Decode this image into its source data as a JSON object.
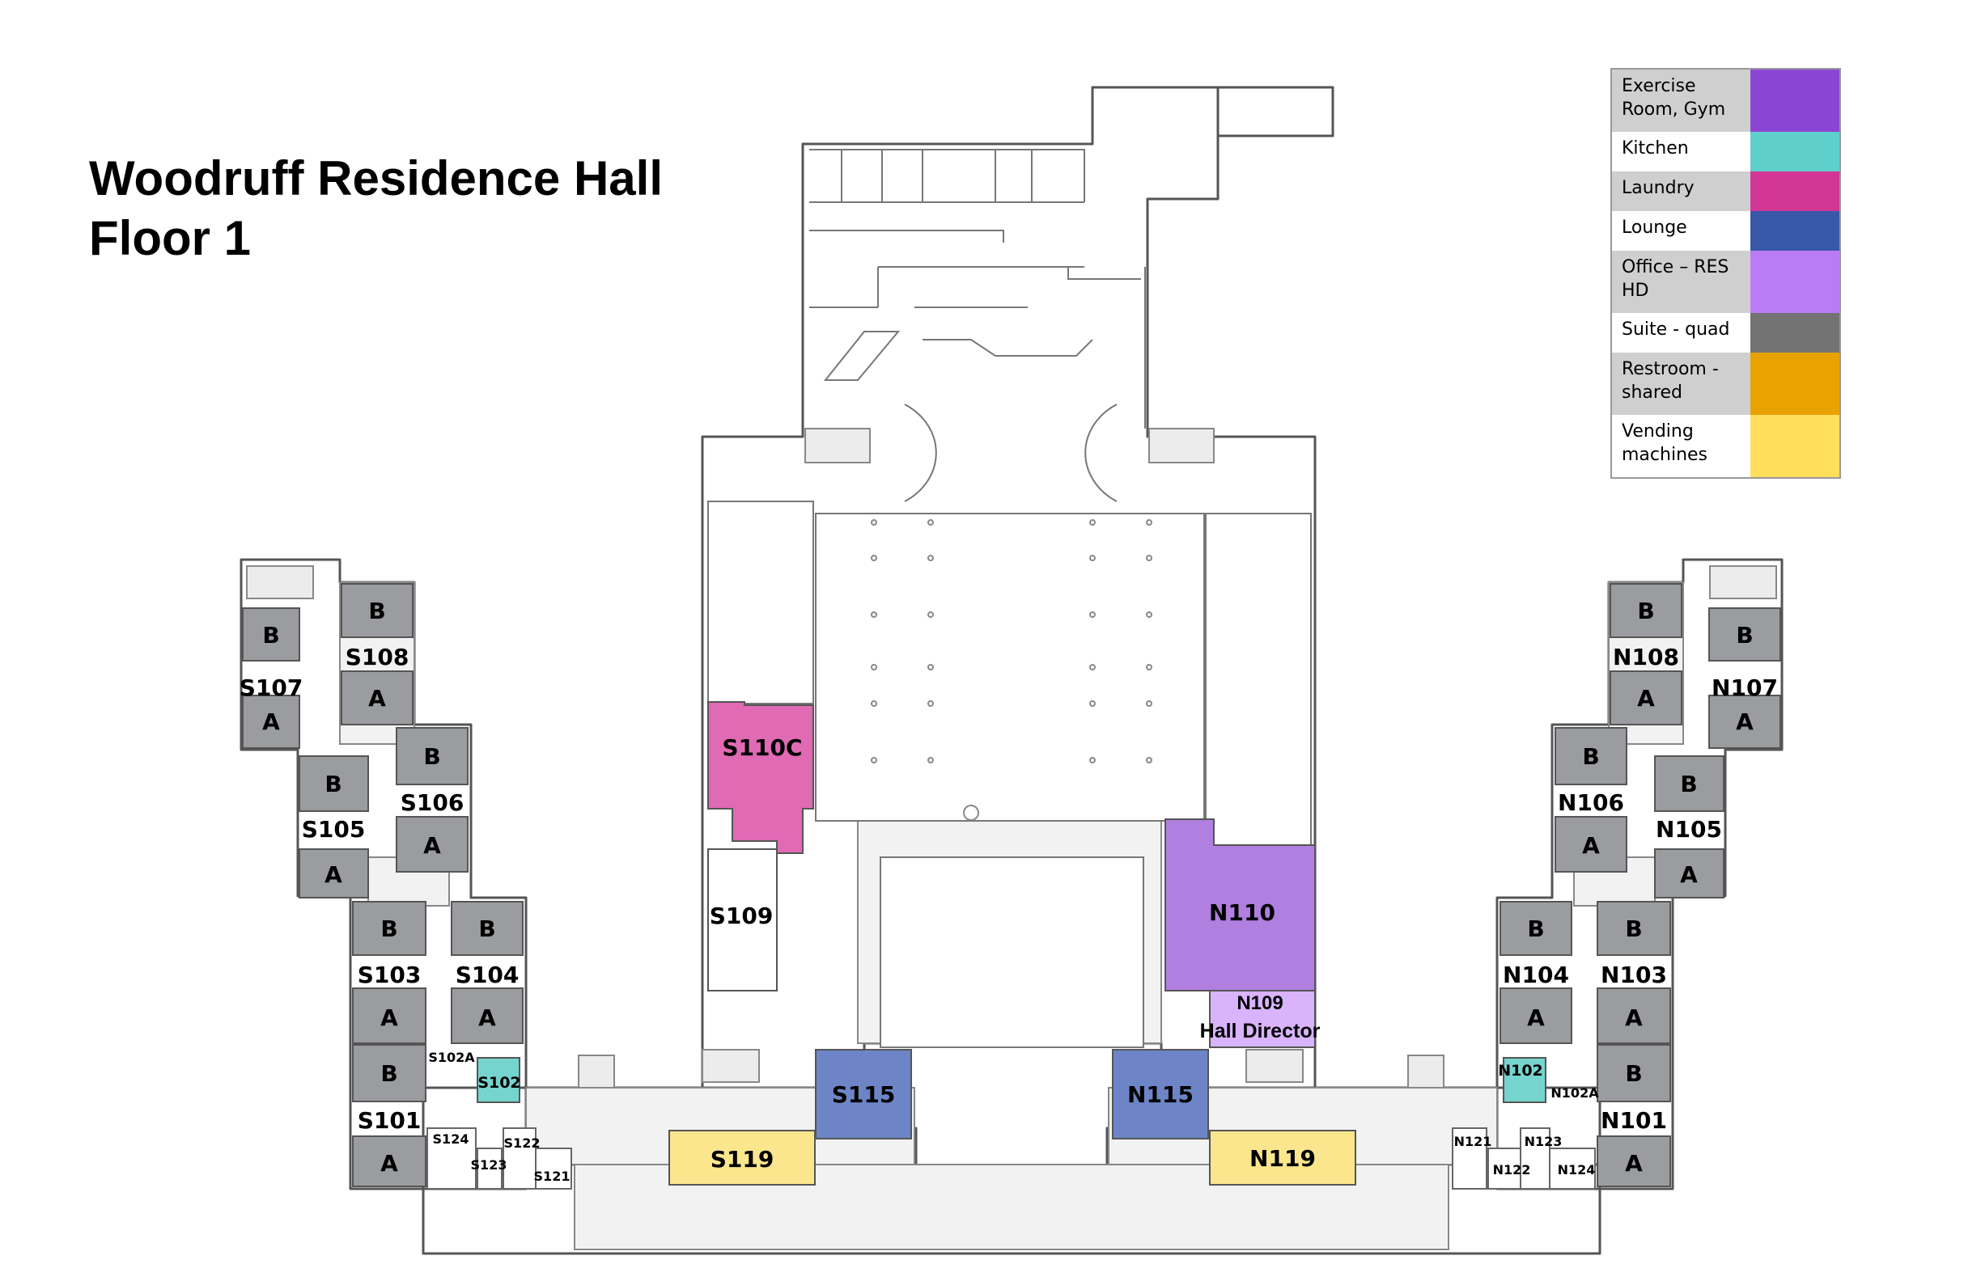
{
  "title": {
    "line1": "Woodruff Residence Hall",
    "line2": "Floor 1"
  },
  "legend": [
    {
      "label": "Exercise Room, Gym",
      "color": "#8b45d5"
    },
    {
      "label": "Kitchen",
      "color": "#5fcfcb"
    },
    {
      "label": "Laundry",
      "color": "#d13694"
    },
    {
      "label": "Lounge",
      "color": "#3a58a8"
    },
    {
      "label": "Office – RES HD",
      "color": "#b97cf4"
    },
    {
      "label": "Suite - quad",
      "color": "#737373"
    },
    {
      "label": "Restroom - shared",
      "color": "#e8a300"
    },
    {
      "label": "Vending machines",
      "color": "#ffdf5c"
    }
  ],
  "room_colors": {
    "suite_bedroom": "#9a9c9f",
    "laundry_room": "#e06ab4",
    "gym_room": "#b07fe0",
    "office_room": "#d9b3fb",
    "lounge_room": "#6d85c6",
    "kitchen_room": "#76d4cf",
    "vending_room": "#fbe68e",
    "corridor": "#f2f2f2"
  },
  "rooms": {
    "s110c": "S110C",
    "s109": "S109",
    "n110": "N110",
    "n109_line1": "N109",
    "n109_line2": "Hall Director",
    "s115": "S115",
    "n115": "N115",
    "s119": "S119",
    "n119": "N119",
    "s102": "S102",
    "s102a": "S102A",
    "n102": "N102",
    "n102a": "N102A",
    "s124": "S124",
    "s122": "S122",
    "s123": "S123",
    "s121": "S121",
    "n121": "N121",
    "n123": "N123",
    "n122": "N122",
    "n124": "N124"
  },
  "suites": [
    {
      "name": "S107",
      "b": "B",
      "a": "A"
    },
    {
      "name": "S108",
      "b": "B",
      "a": "A"
    },
    {
      "name": "S105",
      "b": "B",
      "a": "A"
    },
    {
      "name": "S106",
      "b": "B",
      "a": "A"
    },
    {
      "name": "S103",
      "b": "B",
      "a": "A"
    },
    {
      "name": "S104",
      "b": "B",
      "a": "A"
    },
    {
      "name": "S101",
      "b": "B",
      "a": "A"
    },
    {
      "name": "N108",
      "b": "B",
      "a": "A"
    },
    {
      "name": "N107",
      "b": "B",
      "a": "A"
    },
    {
      "name": "N106",
      "b": "B",
      "a": "A"
    },
    {
      "name": "N105",
      "b": "B",
      "a": "A"
    },
    {
      "name": "N104",
      "b": "B",
      "a": "A"
    },
    {
      "name": "N103",
      "b": "B",
      "a": "A"
    },
    {
      "name": "N101",
      "b": "B",
      "a": "A"
    }
  ]
}
